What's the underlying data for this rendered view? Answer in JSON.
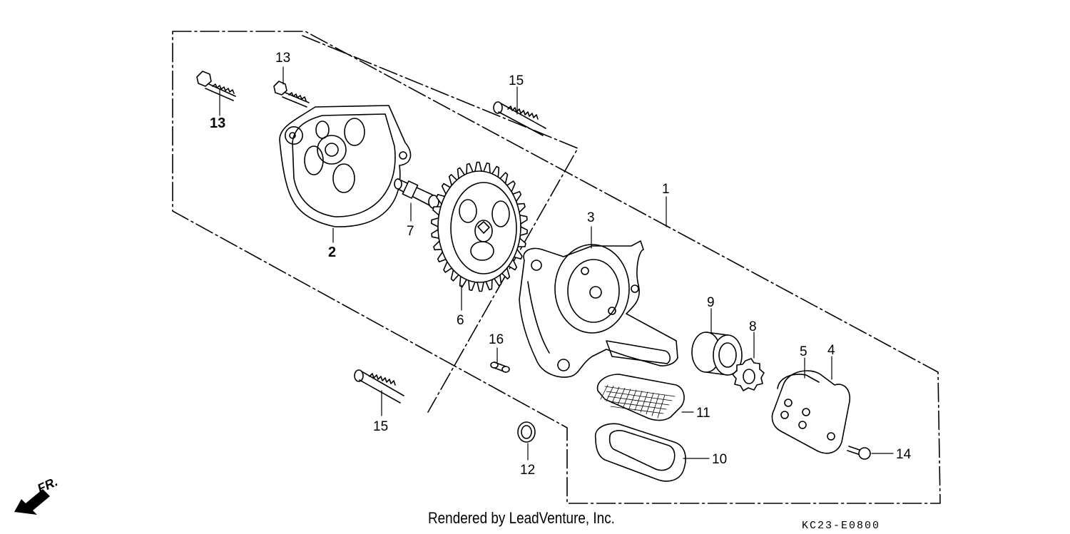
{
  "credit": "Rendered by LeadVenture, Inc.",
  "diagram_code": "KC23-E0800",
  "direction_label": "FR.",
  "callouts": {
    "c1": "1",
    "c2": "2",
    "c3": "3",
    "c4": "4",
    "c5": "5",
    "c6": "6",
    "c7": "7",
    "c8": "8",
    "c9": "9",
    "c10": "10",
    "c11": "11",
    "c12": "12",
    "c13a": "13",
    "c13b": "13",
    "c14": "14",
    "c15a": "15",
    "c15b": "15",
    "c16": "16"
  }
}
